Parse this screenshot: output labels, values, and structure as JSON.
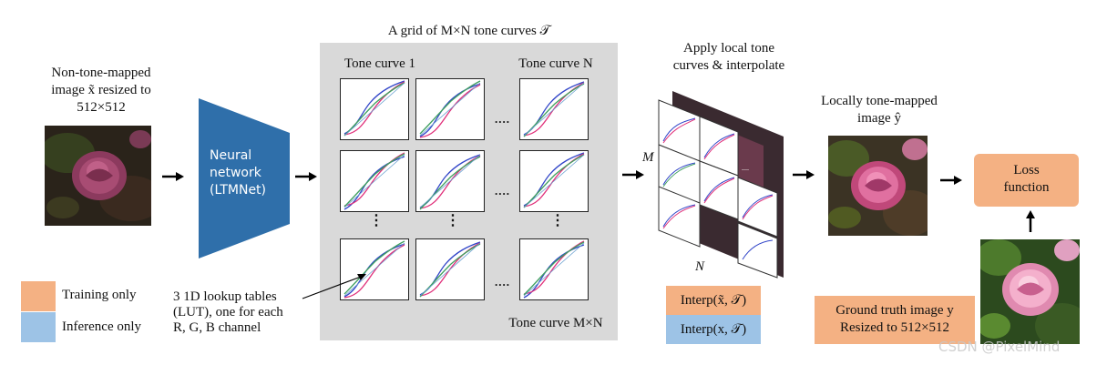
{
  "input": {
    "label_line1": "Non-tone-mapped",
    "label_line2": "image x̃ resized to",
    "label_line3": "512×512"
  },
  "network": {
    "line1": "Neural",
    "line2": "network",
    "line3": "(LTMNet)",
    "color": "#2f6faa"
  },
  "grid": {
    "title": "A grid of M×N tone curves 𝒯",
    "tone_curve_1": "Tone curve 1",
    "tone_curve_n": "Tone curve N",
    "tone_curve_mn": "Tone curve M×N",
    "h_ellipsis": "....",
    "v_ellipsis": "⋮",
    "lut_line1": "3 1D lookup tables",
    "lut_line2": "(LUT), one for each",
    "lut_line3": "R, G, B channel",
    "panel_color": "#d9d9d9"
  },
  "apply": {
    "line1": "Apply local tone",
    "line2": "curves & interpolate",
    "m_label": "M",
    "n_label": "N"
  },
  "interp": {
    "train_label": "Interp(x̃, 𝒯)",
    "infer_label": "Interp(x, 𝒯)"
  },
  "output": {
    "line1": "Locally tone-mapped",
    "line2": "image ŷ"
  },
  "loss": {
    "line1": "Loss",
    "line2": "function"
  },
  "ground_truth": {
    "line1": "Ground truth image y",
    "line2": "Resized to 512×512"
  },
  "legend": {
    "training": "Training only",
    "inference": "Inference only"
  },
  "colors": {
    "training": "#f4b183",
    "inference": "#9dc3e6",
    "curve_blue": "#3044c8",
    "curve_red": "#e0307a",
    "curve_green": "#40a060"
  },
  "watermark": "CSDN @PixelMind"
}
